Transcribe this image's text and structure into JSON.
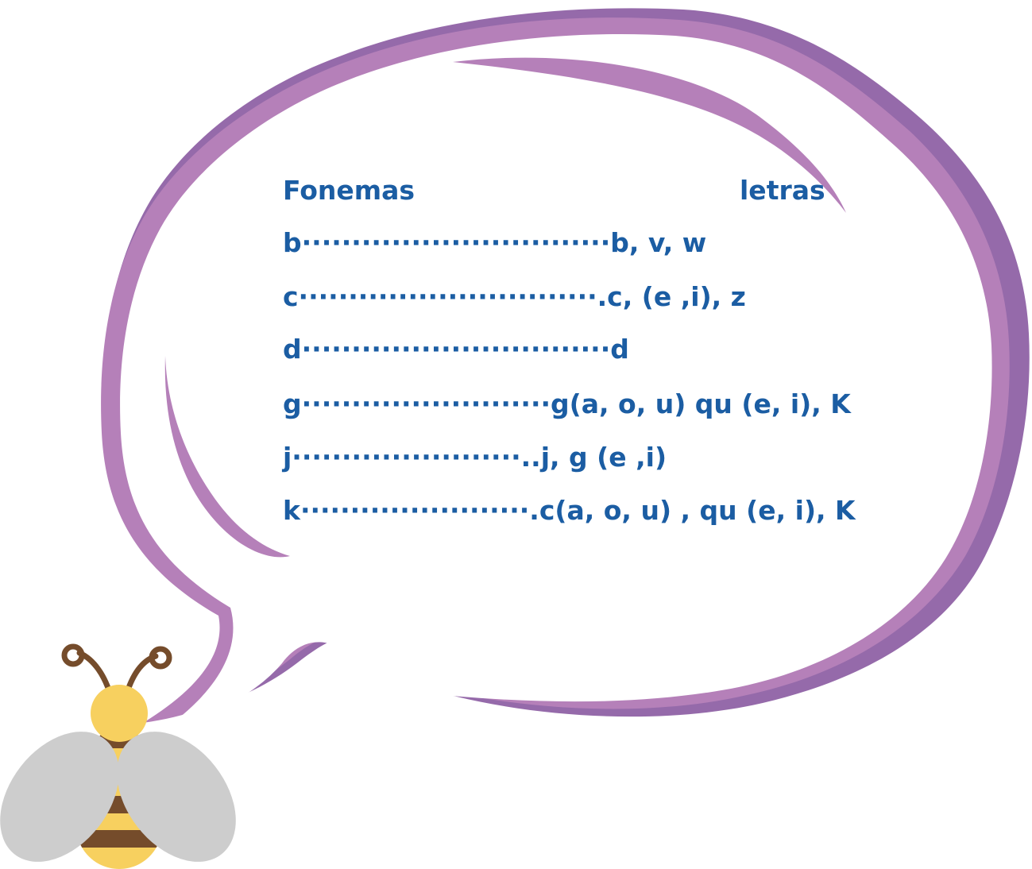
{
  "palette": {
    "bubble_outer": "#956aaa",
    "bubble_inner": "#b580b9",
    "text": "#1b5da3",
    "bee_yellow": "#f7d05f",
    "bee_brown": "#754c2b",
    "bee_wing": "#cdcdcd"
  },
  "header": {
    "left": "Fonemas",
    "right": "letras"
  },
  "rows": [
    {
      "text": "b·······························b, v, w"
    },
    {
      "text": "c······························.c, (e ,i), z"
    },
    {
      "text": "d·······························d"
    },
    {
      "text": "g·························g(a, o, u) qu (e, i), K"
    },
    {
      "text": "j·······················..j, g (e ,i)"
    },
    {
      "text": "k·······················.c(a, o, u) , qu (e, i), K"
    }
  ],
  "icons": {
    "speech_bubble": "speech-bubble-icon",
    "bee": "bee-icon"
  }
}
